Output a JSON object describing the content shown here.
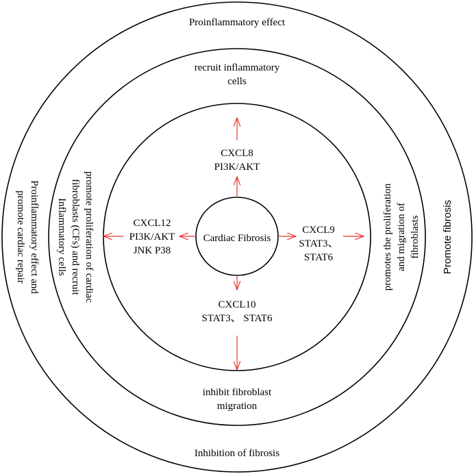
{
  "outer_ring": {
    "top": "Proinflammatory effect",
    "bottom": "Inhibition of fibrosis",
    "left_line1": "Proinflammatory effect  and",
    "left_line2": "promote cardiac repair",
    "right": "Promote fibrosis"
  },
  "middle_ring": {
    "top_line1": "recruit inflammatory",
    "top_line2": "cells",
    "bottom_line1": "inhibit fibroblast",
    "bottom_line2": "migration",
    "left_line1": "promote proliferation of cardiac",
    "left_line2": "fibroblasts (CFs) and recruit",
    "left_line3": "Inflammatory cells",
    "right_line1": "promotes the proliferation",
    "right_line2": "and migration of",
    "right_line3": "fibroblasts"
  },
  "inner_ring": {
    "top_line1": "CXCL8",
    "top_line2": "PI3K/AKT",
    "left_line1": "CXCL12",
    "left_line2": "PI3K/AKT",
    "left_line3": "JNK P38",
    "right_line1": "CXCL9",
    "right_line2": "STAT3、",
    "right_line3": "STAT6",
    "bottom_line1": "CXCL10",
    "bottom_line2": "STAT3、 STAT6"
  },
  "center": {
    "label": "Cardiac Fibrosis"
  },
  "colors": {
    "arrow": "#e8332e",
    "ring": "#000000"
  }
}
